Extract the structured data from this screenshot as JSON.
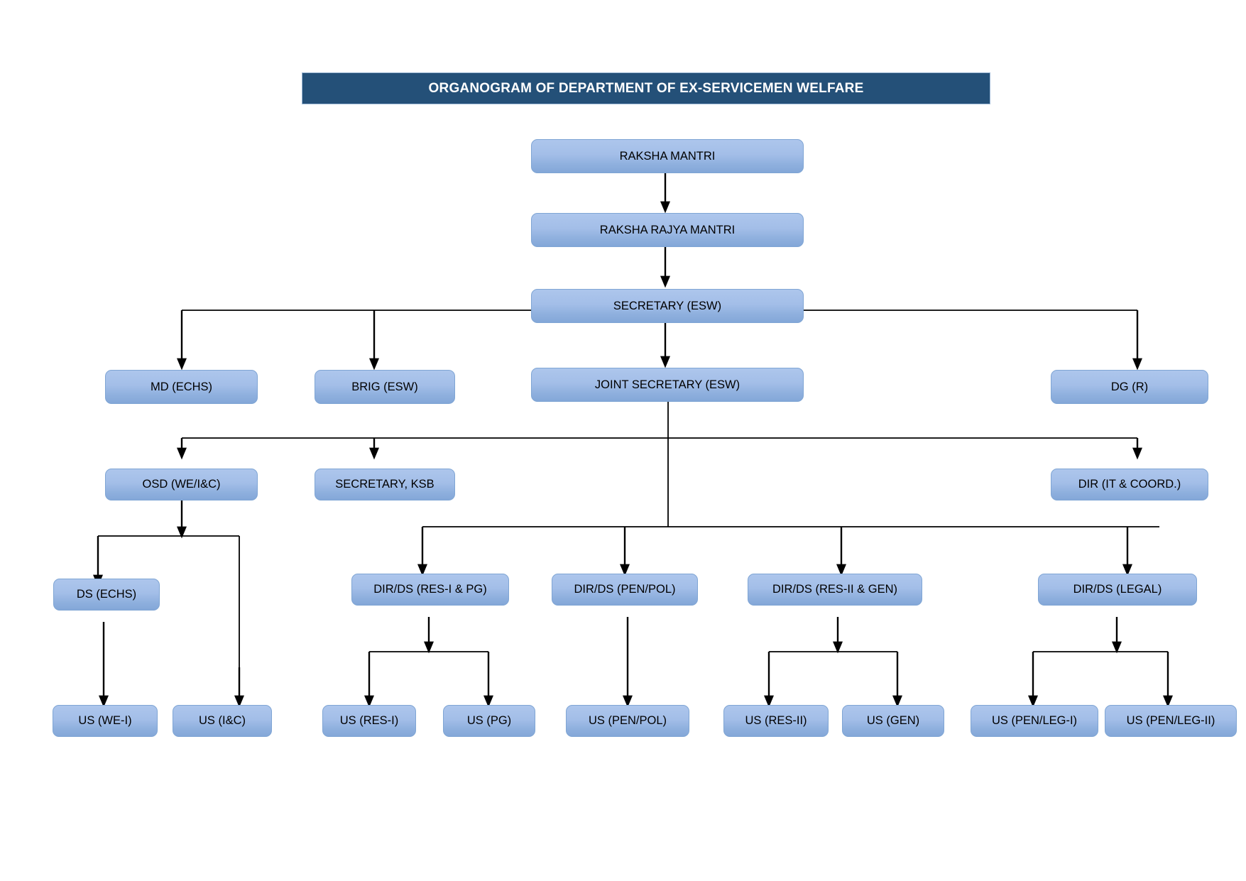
{
  "chart_data": {
    "type": "diagram",
    "title": "ORGANOGRAM OF DEPARTMENT OF EX-SERVICEMEN WELFARE",
    "nodes": [
      {
        "id": "raksha-mantri",
        "label": "RAKSHA MANTRI",
        "level": 0
      },
      {
        "id": "raksha-rajya-mantri",
        "label": "RAKSHA RAJYA MANTRI",
        "level": 1
      },
      {
        "id": "secretary-esw",
        "label": "SECRETARY (ESW)",
        "level": 2
      },
      {
        "id": "md-echs",
        "label": "MD (ECHS)",
        "level": 3
      },
      {
        "id": "brig-esw",
        "label": "BRIG (ESW)",
        "level": 3
      },
      {
        "id": "joint-secretary-esw",
        "label": "JOINT SECRETARY (ESW)",
        "level": 3
      },
      {
        "id": "dg-r",
        "label": "DG (R)",
        "level": 3
      },
      {
        "id": "osd-we-ic",
        "label": "OSD (WE/I&C)",
        "level": 4
      },
      {
        "id": "secretary-ksb",
        "label": "SECRETARY, KSB",
        "level": 4
      },
      {
        "id": "dir-it-coord",
        "label": "DIR (IT & COORD.)",
        "level": 4
      },
      {
        "id": "ds-echs",
        "label": "DS (ECHS)",
        "level": 5
      },
      {
        "id": "dirds-res1-pg",
        "label": "DIR/DS (RES-I & PG)",
        "level": 5
      },
      {
        "id": "dirds-pen-pol",
        "label": "DIR/DS (PEN/POL)",
        "level": 5
      },
      {
        "id": "dirds-res2-gen",
        "label": "DIR/DS (RES-II & GEN)",
        "level": 5
      },
      {
        "id": "dirds-legal",
        "label": "DIR/DS (LEGAL)",
        "level": 5
      },
      {
        "id": "us-we1",
        "label": "US (WE-I)",
        "level": 6
      },
      {
        "id": "us-ic",
        "label": "US (I&C)",
        "level": 6
      },
      {
        "id": "us-res1",
        "label": "US (RES-I)",
        "level": 6
      },
      {
        "id": "us-pg",
        "label": "US (PG)",
        "level": 6
      },
      {
        "id": "us-pen-pol",
        "label": "US (PEN/POL)",
        "level": 6
      },
      {
        "id": "us-res2",
        "label": "US (RES-II)",
        "level": 6
      },
      {
        "id": "us-gen",
        "label": "US (GEN)",
        "level": 6
      },
      {
        "id": "us-pen-leg1",
        "label": "US (PEN/LEG-I)",
        "level": 6
      },
      {
        "id": "us-pen-leg2",
        "label": "US (PEN/LEG-II)",
        "level": 6
      }
    ],
    "edges": [
      {
        "from": "raksha-mantri",
        "to": "raksha-rajya-mantri"
      },
      {
        "from": "raksha-rajya-mantri",
        "to": "secretary-esw"
      },
      {
        "from": "secretary-esw",
        "to": "md-echs"
      },
      {
        "from": "secretary-esw",
        "to": "brig-esw"
      },
      {
        "from": "secretary-esw",
        "to": "joint-secretary-esw"
      },
      {
        "from": "secretary-esw",
        "to": "dg-r"
      },
      {
        "from": "joint-secretary-esw",
        "to": "osd-we-ic"
      },
      {
        "from": "joint-secretary-esw",
        "to": "secretary-ksb"
      },
      {
        "from": "joint-secretary-esw",
        "to": "dir-it-coord"
      },
      {
        "from": "osd-we-ic",
        "to": "ds-echs"
      },
      {
        "from": "osd-we-ic",
        "to": "us-ic"
      },
      {
        "from": "joint-secretary-esw",
        "to": "dirds-res1-pg"
      },
      {
        "from": "joint-secretary-esw",
        "to": "dirds-pen-pol"
      },
      {
        "from": "joint-secretary-esw",
        "to": "dirds-res2-gen"
      },
      {
        "from": "joint-secretary-esw",
        "to": "dirds-legal"
      },
      {
        "from": "ds-echs",
        "to": "us-we1"
      },
      {
        "from": "dirds-res1-pg",
        "to": "us-res1"
      },
      {
        "from": "dirds-res1-pg",
        "to": "us-pg"
      },
      {
        "from": "dirds-pen-pol",
        "to": "us-pen-pol"
      },
      {
        "from": "dirds-res2-gen",
        "to": "us-res2"
      },
      {
        "from": "dirds-res2-gen",
        "to": "us-gen"
      },
      {
        "from": "dirds-legal",
        "to": "us-pen-leg1"
      },
      {
        "from": "dirds-legal",
        "to": "us-pen-leg2"
      }
    ]
  },
  "header": {
    "title": "ORGANOGRAM OF DEPARTMENT OF EX-SERVICEMEN WELFARE",
    "background_color": "#245078",
    "text_color": "#ffffff"
  },
  "style": {
    "box_fill_top": "#adc6ec",
    "box_fill_bottom": "#83a7d8",
    "box_border": "#7fa5d4",
    "connector_color": "#000000",
    "text_color": "#000000",
    "canvas_background": "#ffffff"
  },
  "nodes": {
    "raksha_mantri": "RAKSHA MANTRI",
    "raksha_rajya_mantri": "RAKSHA RAJYA MANTRI",
    "secretary_esw": "SECRETARY (ESW)",
    "md_echs": "MD (ECHS)",
    "brig_esw": "BRIG (ESW)",
    "joint_secretary_esw": "JOINT SECRETARY (ESW)",
    "dg_r": "DG (R)",
    "osd_we_ic": "OSD (WE/I&C)",
    "secretary_ksb": "SECRETARY, KSB",
    "dir_it_coord": "DIR (IT & COORD.)",
    "ds_echs": "DS (ECHS)",
    "dirds_res1_pg": "DIR/DS (RES-I & PG)",
    "dirds_pen_pol": "DIR/DS (PEN/POL)",
    "dirds_res2_gen": "DIR/DS (RES-II & GEN)",
    "dirds_legal": "DIR/DS (LEGAL)",
    "us_we1": "US (WE-I)",
    "us_ic": "US (I&C)",
    "us_res1": "US (RES-I)",
    "us_pg": "US (PG)",
    "us_pen_pol": "US (PEN/POL)",
    "us_res2": "US (RES-II)",
    "us_gen": "US (GEN)",
    "us_pen_leg1": "US (PEN/LEG-I)",
    "us_pen_leg2": "US (PEN/LEG-II)"
  }
}
